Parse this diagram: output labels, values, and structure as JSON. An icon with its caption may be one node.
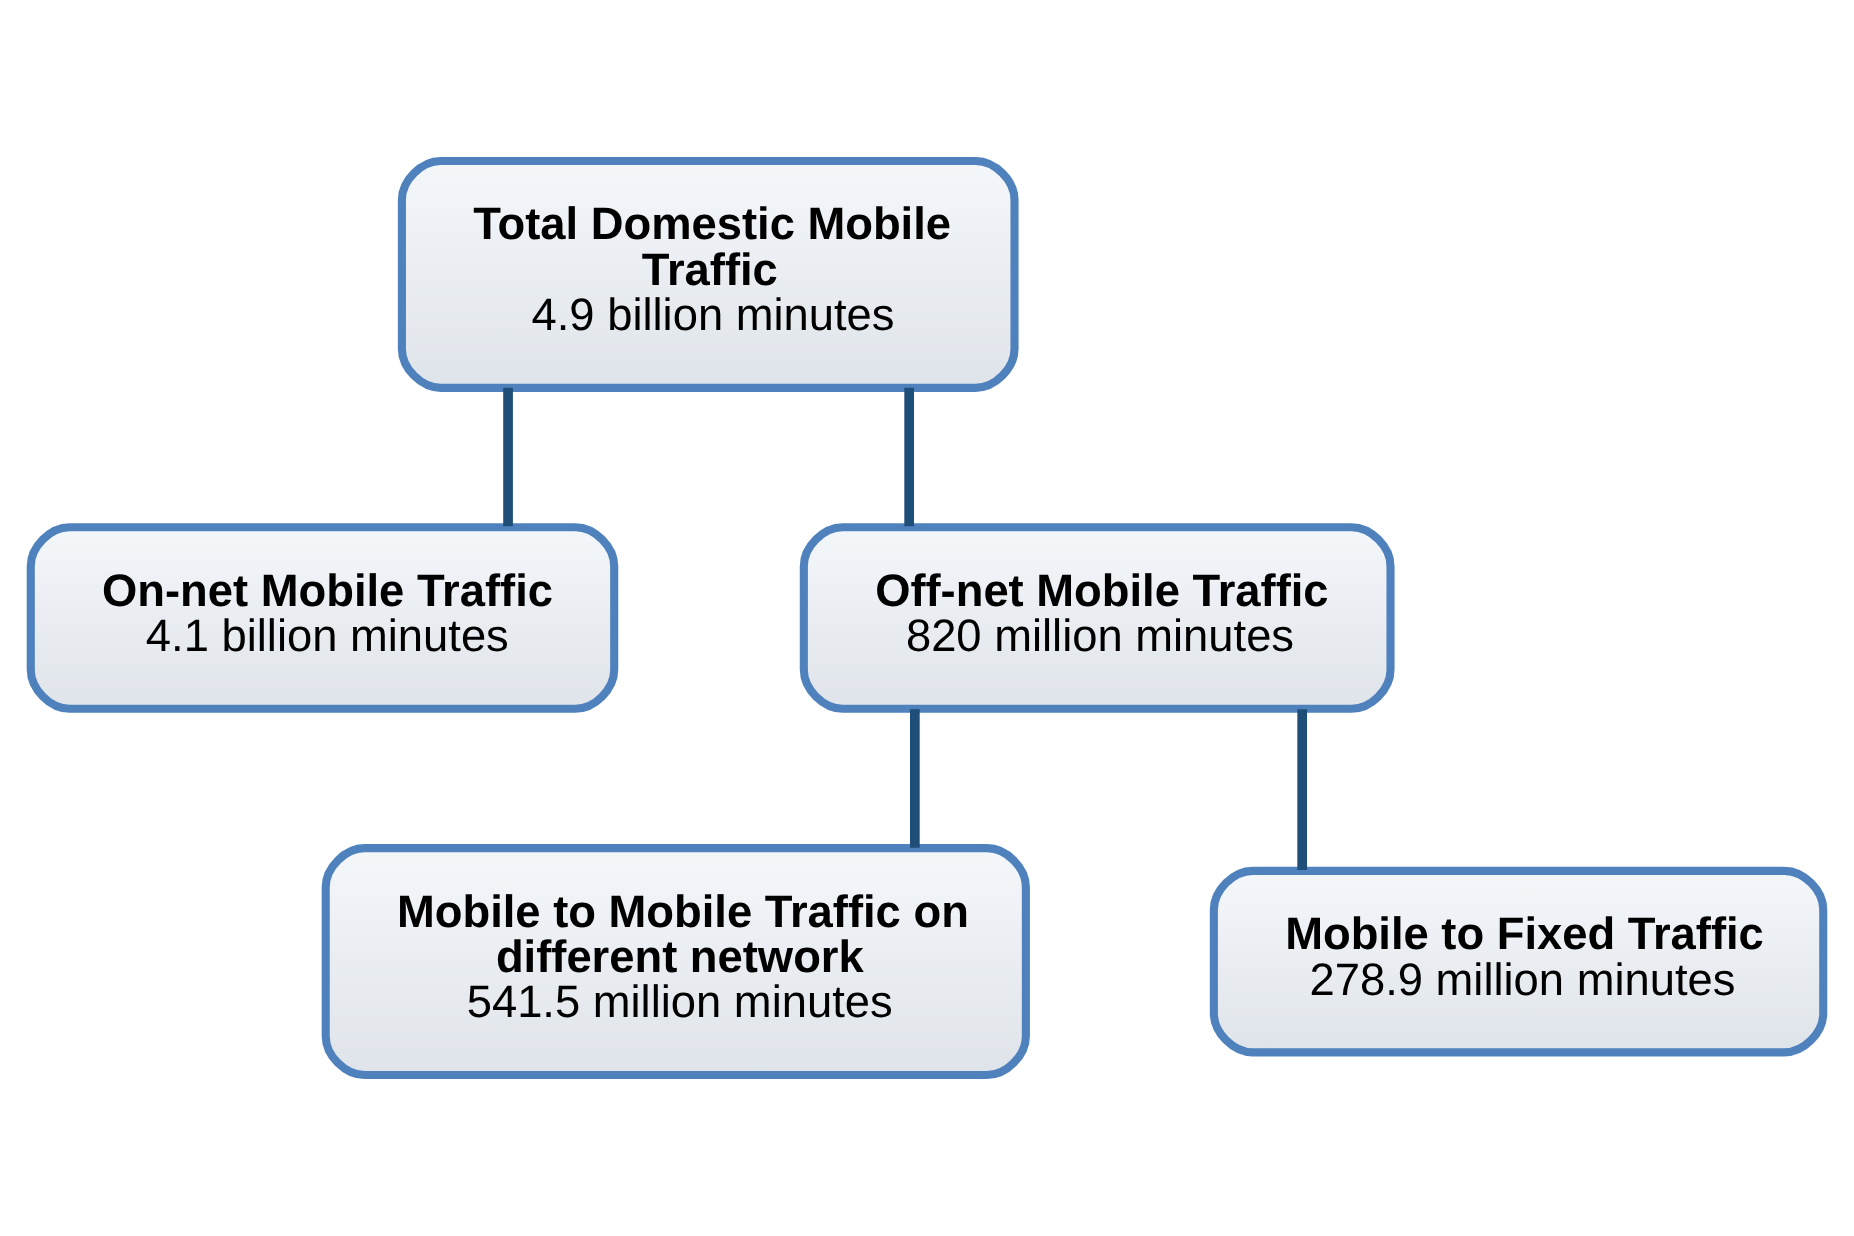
{
  "diagram": {
    "nodes": [
      {
        "text": [
          "Total Domestic Mobile Traffic",
          "4.9 billion minutes"
        ]
      },
      {
        "text": [
          "On-net Mobile Traffic",
          "4.1 billion minutes"
        ]
      },
      {
        "text": [
          "Off-net Mobile Traffic",
          "820 million minutes"
        ]
      },
      {
        "text": [
          "Mobile to Mobile Traffic on different network",
          "541.5 million minutes"
        ]
      },
      {
        "text": [
          "Mobile to Fixed Traffic",
          "278.9 million minutes"
        ]
      }
    ],
    "edges": [
      {
        "from": 0,
        "to": 1,
        "arrow": "none"
      },
      {
        "from": 0,
        "to": 2,
        "arrow": "none"
      },
      {
        "from": 2,
        "to": 3,
        "arrow": "none"
      },
      {
        "from": 2,
        "to": 4,
        "arrow": "none"
      }
    ]
  }
}
